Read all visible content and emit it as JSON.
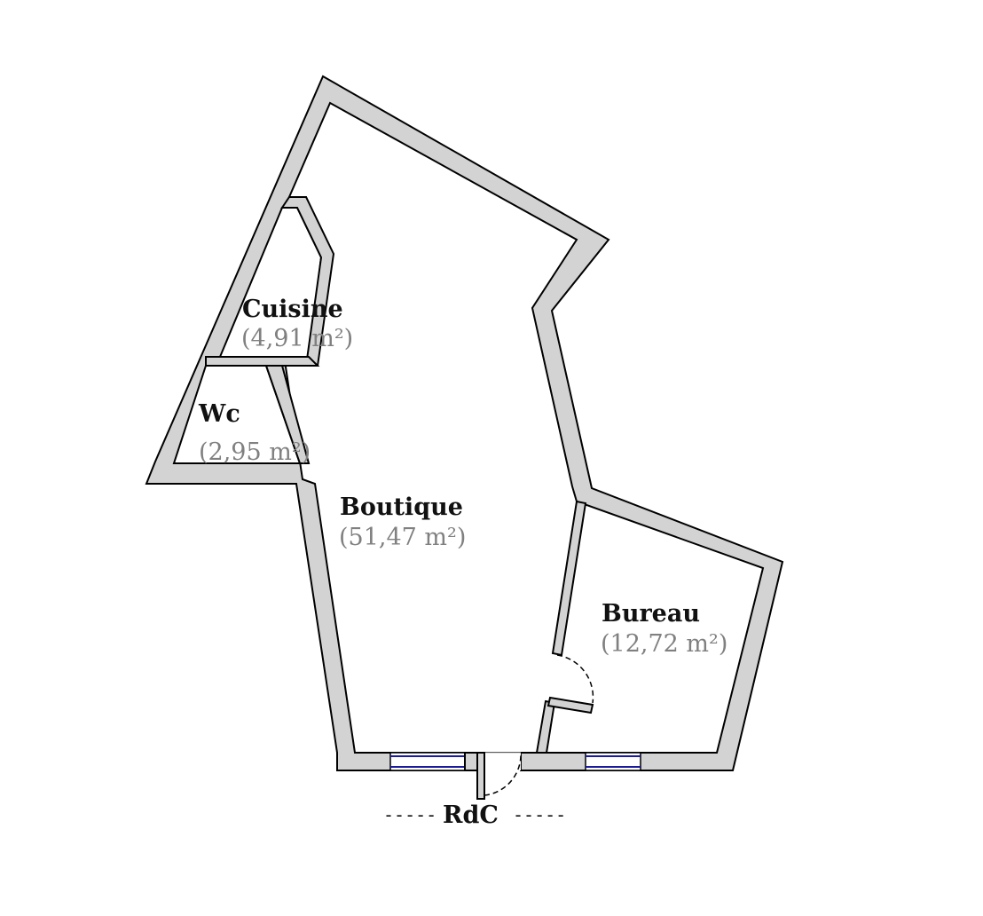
{
  "rooms": [
    {
      "name": "Cuisine",
      "area": "(4,91 m²)"
    },
    {
      "name": "Wc",
      "area": "(2,95 m²)"
    },
    {
      "name": "Boutique",
      "area": "(51,47 m²)"
    },
    {
      "name": "Bureau",
      "area": "(12,72 m²)"
    }
  ],
  "floor": {
    "label": "RdC",
    "dash": "-----"
  },
  "colors": {
    "wall_fill": "#d3d3d3",
    "wall_stroke": "#000000",
    "area_text": "#808080",
    "window_glass": "#1a1aa0"
  }
}
